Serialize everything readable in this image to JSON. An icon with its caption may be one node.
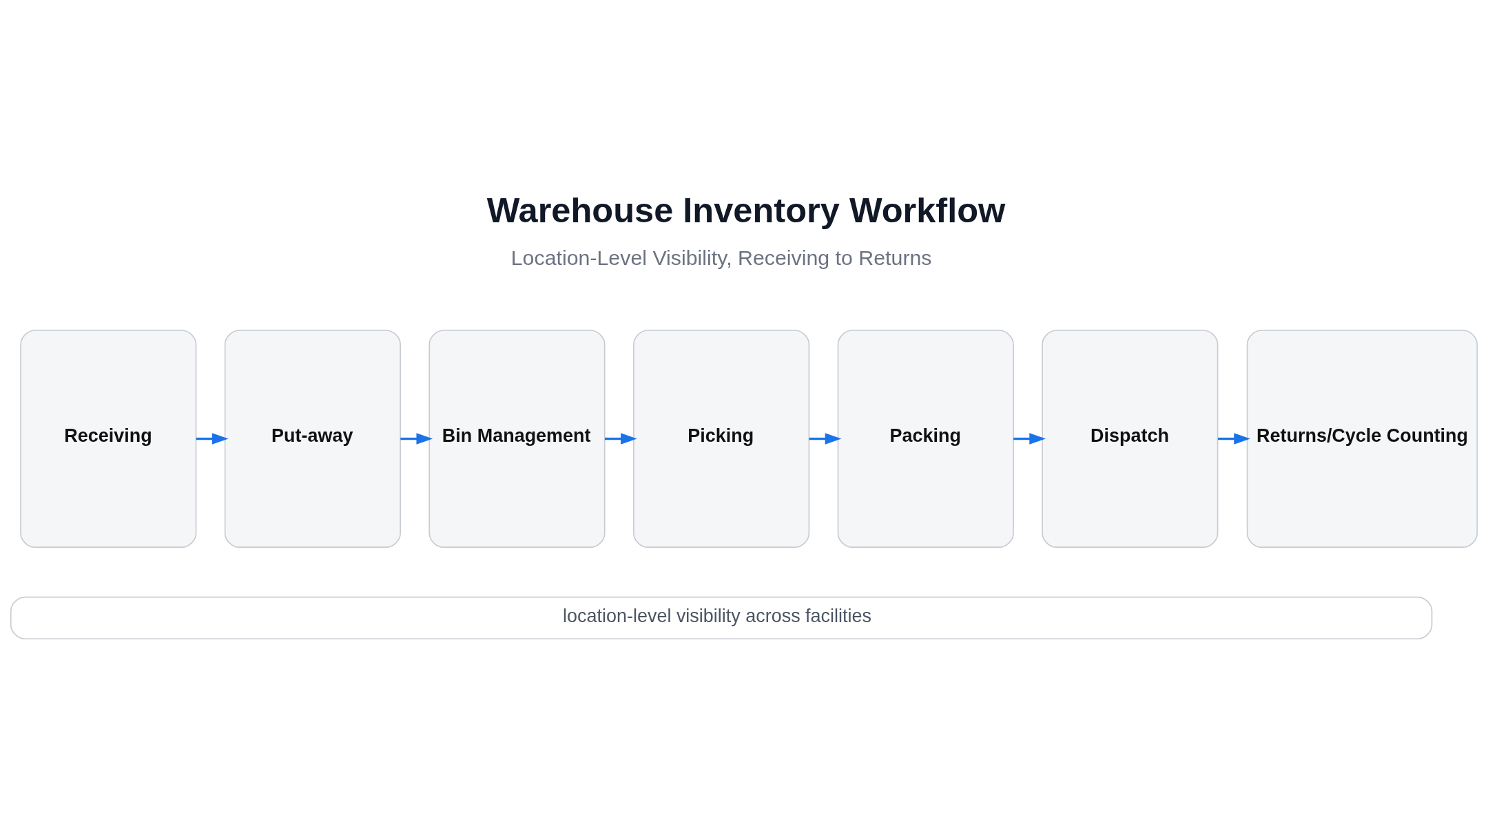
{
  "diagram": {
    "title": "Warehouse Inventory Workflow",
    "nodes": [
      {
        "text": [
          "Receiving"
        ]
      },
      {
        "text": [
          "Put-away"
        ]
      },
      {
        "text": [
          "Bin Management"
        ]
      },
      {
        "text": [
          "Picking"
        ]
      },
      {
        "text": [
          "Packing"
        ]
      },
      {
        "text": [
          "Dispatch"
        ]
      },
      {
        "text": [
          "Returns/Cycle Counting"
        ]
      },
      {
        "text": [
          "location-level visibility across facilities"
        ]
      }
    ],
    "edges": [
      {
        "from": 0,
        "to": 1,
        "arrow": "to"
      },
      {
        "from": 1,
        "to": 2,
        "arrow": "to"
      },
      {
        "from": 2,
        "to": 3,
        "arrow": "to"
      },
      {
        "from": 3,
        "to": 4,
        "arrow": "to"
      },
      {
        "from": 4,
        "to": 5,
        "arrow": "to"
      },
      {
        "from": 5,
        "to": 6,
        "arrow": "to"
      }
    ],
    "labels": [
      "Location-Level Visibility, Receiving to Returns"
    ]
  }
}
